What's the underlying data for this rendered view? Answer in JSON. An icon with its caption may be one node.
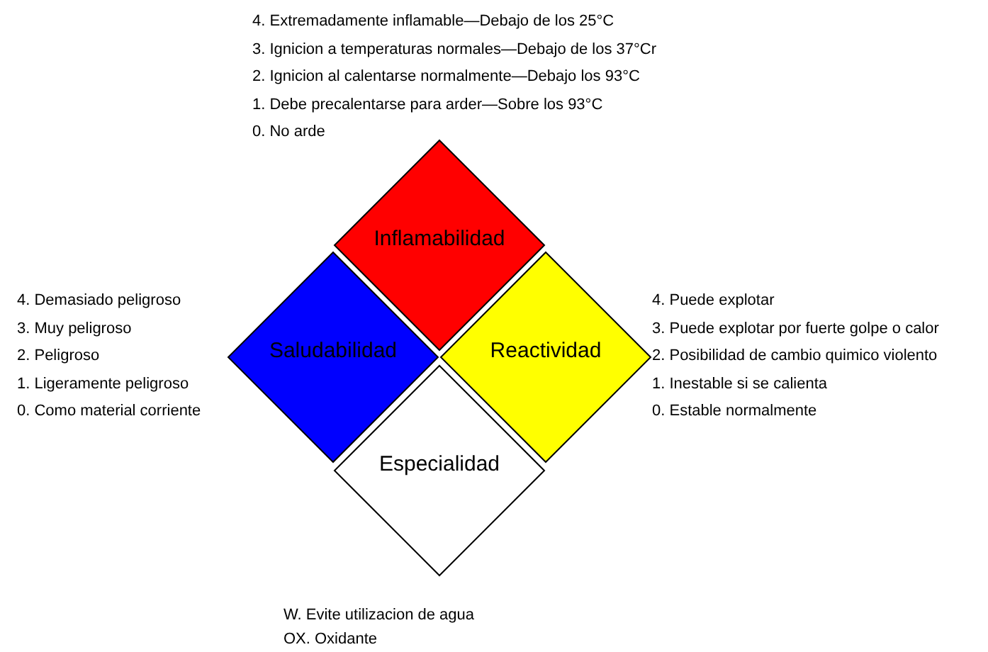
{
  "diagram": {
    "nodes": [
      {
        "text": [
          "Inflamabilidad"
        ],
        "beside": [
          "4. Extremadamente inflamable—Debajo de los 25°C",
          "3. Ignicion a temperaturas normales—Debajo de los 37°Cr",
          "2. Ignicion al calentarse normalmente—Debajo los 93°C",
          "1. Debe precalentarse para arder—Sobre los 93°C",
          "0. No arde"
        ]
      },
      {
        "text": [
          "Saludabilidad"
        ],
        "beside": [
          "4. Demasiado peligroso",
          "3. Muy peligroso",
          "2. Peligroso",
          "1. Ligeramente peligroso",
          "0. Como material corriente"
        ]
      },
      {
        "text": [
          "Reactividad"
        ],
        "beside": [
          "4. Puede explotar",
          "3. Puede explotar por fuerte golpe o calor",
          "2. Posibilidad de cambio quimico violento",
          "1. Inestable si se calienta",
          "0. Estable normalmente"
        ]
      },
      {
        "text": [
          "Especialidad"
        ],
        "beside": [
          "W. Evite utilizacion de agua",
          "OX. Oxidante"
        ]
      }
    ]
  }
}
